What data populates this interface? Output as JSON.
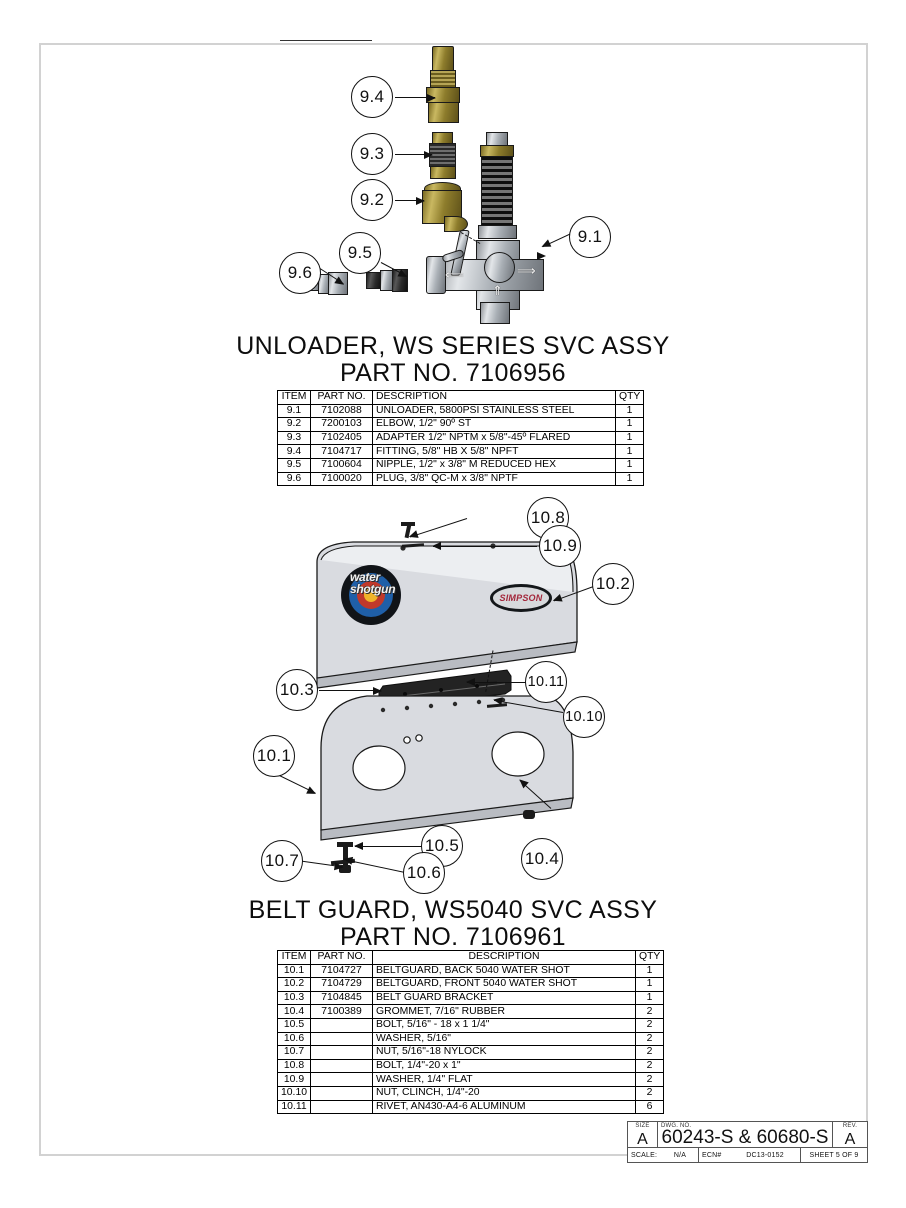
{
  "sheet": {
    "assembly1": {
      "title_line1": "UNLOADER, WS SERIES SVC ASSY",
      "title_line2": "PART NO. 7106956",
      "balloons": [
        "9.1",
        "9.2",
        "9.3",
        "9.4",
        "9.5",
        "9.6"
      ],
      "bom": {
        "headers": [
          "ITEM",
          "PART NO.",
          "DESCRIPTION",
          "QTY"
        ],
        "rows": [
          {
            "item": "9.1",
            "part": "7102088",
            "desc": "UNLOADER, 5800PSI STAINLESS STEEL",
            "qty": "1"
          },
          {
            "item": "9.2",
            "part": "7200103",
            "desc": "ELBOW, 1/2\" 90º ST",
            "qty": "1"
          },
          {
            "item": "9.3",
            "part": "7102405",
            "desc": "ADAPTER 1/2\" NPTM x 5/8\"-45º FLARED",
            "qty": "1"
          },
          {
            "item": "9.4",
            "part": "7104717",
            "desc": "FITTING, 5/8\" HB X 5/8\" NPFT",
            "qty": "1"
          },
          {
            "item": "9.5",
            "part": "7100604",
            "desc": "NIPPLE, 1/2\" x 3/8\" M REDUCED HEX",
            "qty": "1"
          },
          {
            "item": "9.6",
            "part": "7100020",
            "desc": "PLUG, 3/8\" QC-M x 3/8\" NPTF",
            "qty": "1"
          }
        ]
      }
    },
    "assembly2": {
      "title_line1": "BELT GUARD, WS5040 SVC ASSY",
      "title_line2": "PART NO. 7106961",
      "balloons": [
        "10.1",
        "10.2",
        "10.3",
        "10.4",
        "10.5",
        "10.6",
        "10.7",
        "10.8",
        "10.9",
        "10.10",
        "10.11"
      ],
      "logo_line1": "water",
      "logo_line2": "shotgun",
      "badge_text": "SIMPSON",
      "bom": {
        "headers": [
          "ITEM",
          "PART NO.",
          "DESCRIPTION",
          "QTY"
        ],
        "rows": [
          {
            "item": "10.1",
            "part": "7104727",
            "desc": "BELTGUARD, BACK 5040 WATER SHOT",
            "qty": "1"
          },
          {
            "item": "10.2",
            "part": "7104729",
            "desc": "BELTGUARD, FRONT 5040 WATER SHOT",
            "qty": "1"
          },
          {
            "item": "10.3",
            "part": "7104845",
            "desc": "BELT GUARD BRACKET",
            "qty": "1"
          },
          {
            "item": "10.4",
            "part": "7100389",
            "desc": "GROMMET, 7/16\" RUBBER",
            "qty": "2"
          },
          {
            "item": "10.5",
            "part": "",
            "desc": "BOLT, 5/16\" - 18 x 1 1/4\"",
            "qty": "2"
          },
          {
            "item": "10.6",
            "part": "",
            "desc": "WASHER, 5/16\"",
            "qty": "2"
          },
          {
            "item": "10.7",
            "part": "",
            "desc": "NUT, 5/16\"-18 NYLOCK",
            "qty": "2"
          },
          {
            "item": "10.8",
            "part": "",
            "desc": "BOLT, 1/4\"-20 x 1\"",
            "qty": "2"
          },
          {
            "item": "10.9",
            "part": "",
            "desc": "WASHER, 1/4\" FLAT",
            "qty": "2"
          },
          {
            "item": "10.10",
            "part": "",
            "desc": "NUT, CLINCH, 1/4\"-20",
            "qty": "2"
          },
          {
            "item": "10.11",
            "part": "",
            "desc": "RIVET, AN430-A4-6 ALUMINUM",
            "qty": "6"
          }
        ]
      }
    },
    "title_block": {
      "size_label": "SIZE",
      "size_value": "A",
      "dwg_label": "DWG. NO.",
      "dwg_value": "60243-S & 60680-S",
      "rev_label": "REV.",
      "rev_value": "A",
      "scale_label": "SCALE:",
      "scale_value": "N/A",
      "ecn_label": "ECN#",
      "ecn_value": "DC13-0152",
      "sheet_value": "SHEET 5 OF 9"
    }
  },
  "colors": {
    "logo_outer": "#111418",
    "logo_blue": "#1f5fa8",
    "logo_red": "#c0392b",
    "logo_center": "#f0b429",
    "badge_red": "#a3263a",
    "brass": "#8e7d2c",
    "steel": "#aab0b6",
    "panel": "#d9dbe0"
  }
}
